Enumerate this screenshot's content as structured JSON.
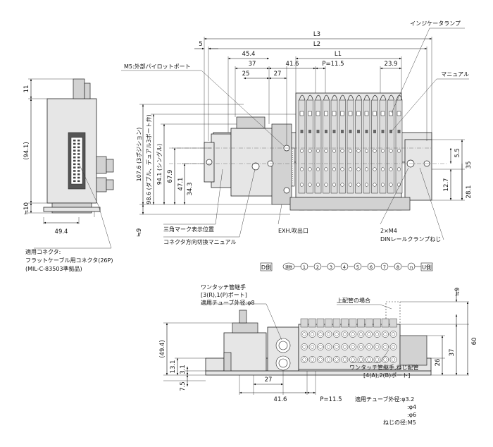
{
  "front_view": {
    "dims": {
      "L3": "L3",
      "L2": "L2",
      "L1": "L1",
      "d5": "5",
      "d45_4": "45.4",
      "d37": "37",
      "d41_6": "41.6",
      "d25": "25",
      "d27": "27",
      "pitch": "P=11.5",
      "d23_9": "23.9",
      "v107_6": "107.6 (3ポジション)",
      "v98_6": "98.6 (ダブル、デュアル3ポート弁)",
      "v94_1": "94.1 (シングル)",
      "v67_9": "67.9",
      "v47_1": "47.1",
      "v34_3": "34.3",
      "v9": "≒9",
      "r5_5": "5.5",
      "r35": "35",
      "r12_7": "12.7",
      "r28_1": "28.1"
    },
    "labels": {
      "indicator_lamp": "インジケータランプ",
      "manual": "マニュアル",
      "m5_pilot": "M5:外部パイロットポート",
      "triangle_mark": "三角マーク表示位置",
      "connector_manual": "コネクタ方向切換マニュアル",
      "exh_outlet": "EXH.吹出口",
      "m4": "2×M4",
      "din_screw": "DINレールクランプねじ"
    }
  },
  "side_view": {
    "dims": {
      "d11": "11",
      "d94_1": "(94.1)",
      "d10": "≒10",
      "d49_4": "49.4"
    },
    "connector_note": [
      "適用コネクタ:",
      "フラットケーブル用コネクタ(26P)",
      "(MIL-C-83503準拠品)"
    ]
  },
  "station_row": {
    "d_side": "D側",
    "u_side": "U側",
    "stations": [
      "1",
      "2",
      "3",
      "4",
      "5",
      "6",
      "7",
      "8",
      "n"
    ],
    "start_label": "連数"
  },
  "bottom_view": {
    "dims": {
      "h49_4": "(49.4)",
      "h13_1": "13.1",
      "h3_1": "3.1",
      "h7_5": "7.5",
      "b27": "27",
      "b41_6": "41.6",
      "bp": "P=11.5",
      "r9": "≒9",
      "r37": "37",
      "r60": "60",
      "r26": "26"
    },
    "labels": {
      "one_touch_title": "ワンタッチ管継手",
      "one_touch_ports": "[3(R),1(P)ポート]",
      "one_touch_tube": "適用チューブ外径:φ8",
      "top_piping": "上配管の場合",
      "side_title": "ワンタッチ管継手,ねじ配管",
      "side_ports": "[4(A),2(B)ポート]",
      "side_tube": "適用チューブ外径:φ3.2",
      "tube_4": ":φ4",
      "tube_6": ":φ6",
      "thread": "ねじの径:M5"
    }
  }
}
